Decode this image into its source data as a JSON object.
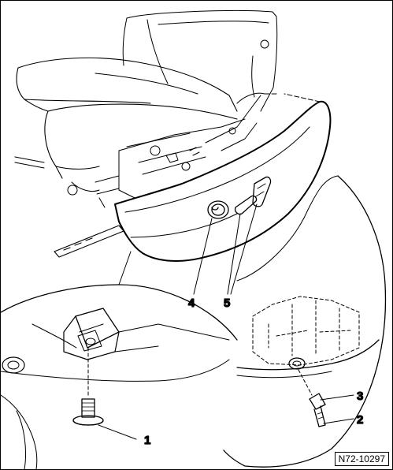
{
  "callouts": {
    "item_1": "1",
    "item_2": "2",
    "item_3": "3",
    "item_4": "4",
    "item_5": "5"
  },
  "reference_code": "N72-10297"
}
